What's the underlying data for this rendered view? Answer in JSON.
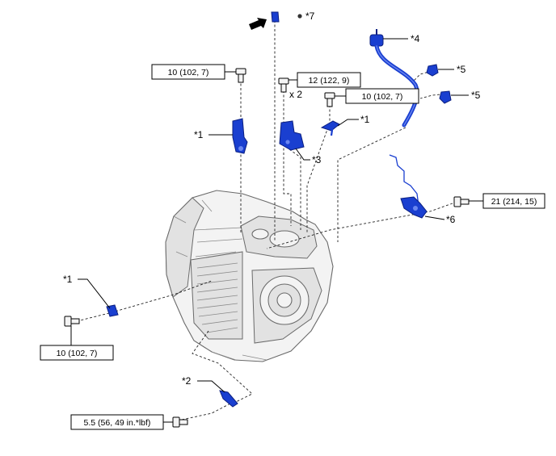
{
  "callouts": {
    "c1a": "*1",
    "c1b": "*1",
    "c1c": "*1",
    "c2": "*2",
    "c3": "*3",
    "c4": "*4",
    "c5a": "*5",
    "c5b": "*5",
    "c6": "*6",
    "c7": "*7"
  },
  "torques": {
    "t1": "10 (102, 7)",
    "t2": "12 (122, 9)",
    "t3": "10 (102, 7)",
    "t4": "21 (214, 15)",
    "t5": "10 (102, 7)",
    "t6": "5.5 (56, 49 in.*lbf)"
  },
  "quantity": "x 2",
  "colors": {
    "part": "#1a3fd0",
    "outline": "#000000"
  },
  "icons": {
    "arrow": "black-arrow-icon",
    "dot": "dot-icon"
  }
}
